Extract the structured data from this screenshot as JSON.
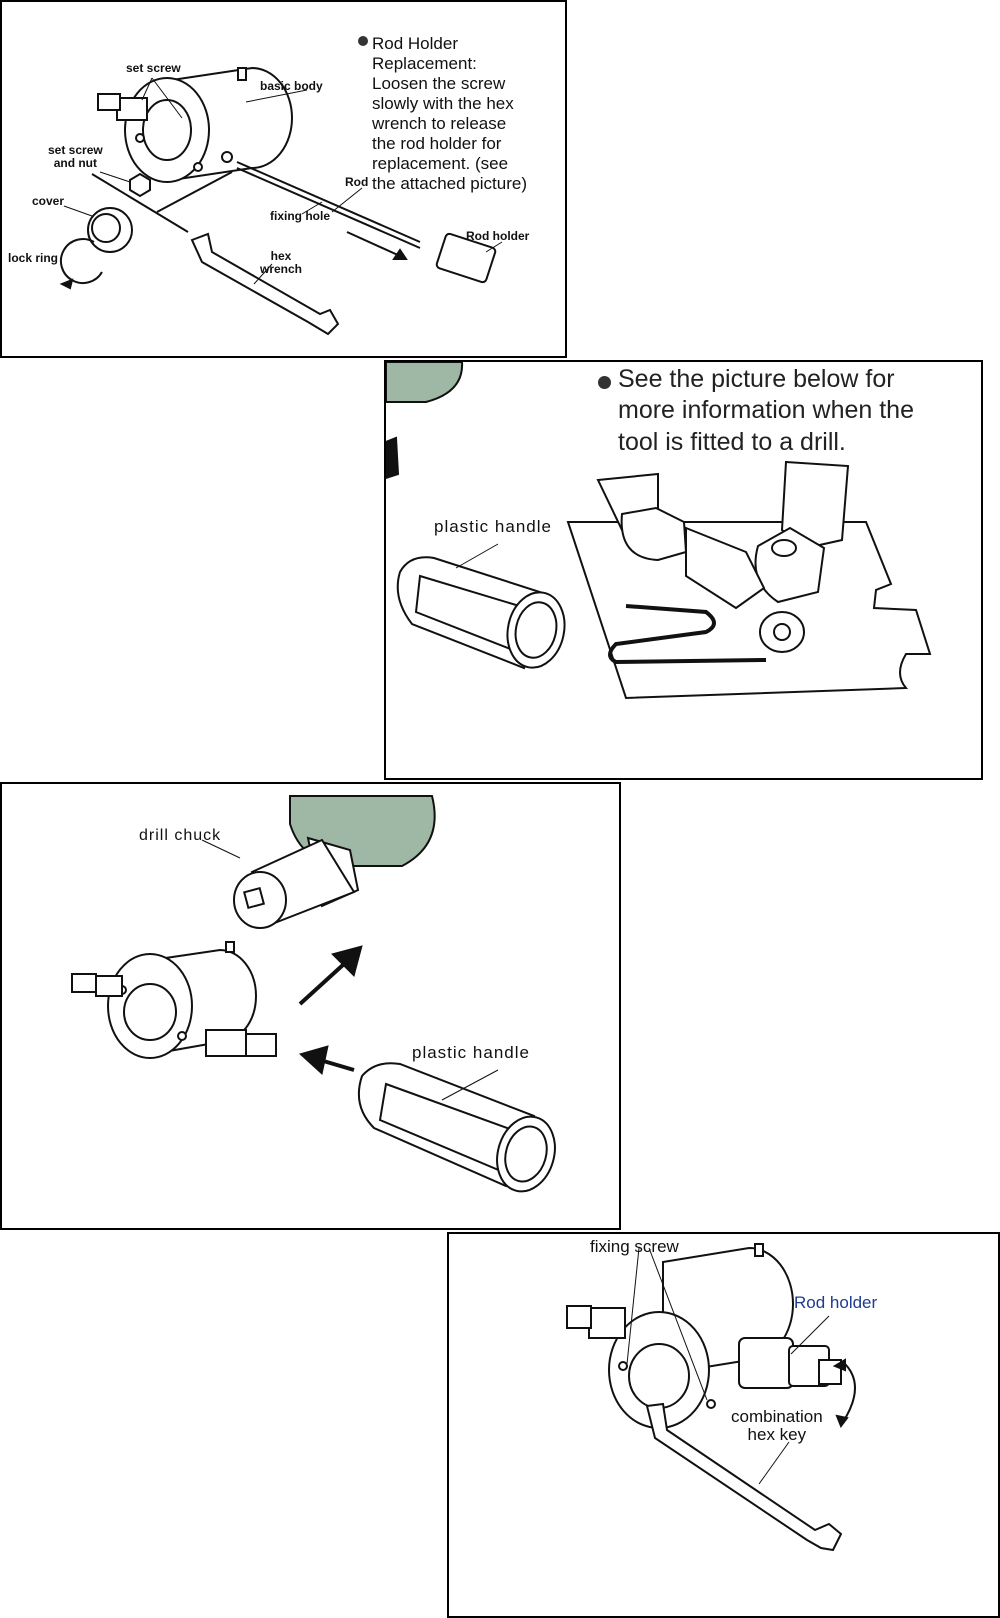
{
  "panel1": {
    "labels": {
      "set_screw": "set screw",
      "basic_body": "basic body",
      "set_screw_nut": "set screw\nand nut",
      "cover": "cover",
      "lock_ring": "lock ring",
      "rod": "Rod",
      "fixing_hole": "fixing hole",
      "hex_wrench": "hex\nwrench",
      "rod_holder": "Rod holder"
    },
    "note": {
      "lines": [
        "Rod Holder",
        "Replacement:",
        "Loosen the screw",
        "slowly with the hex",
        "wrench to release",
        "the rod  holder for",
        "replacement. (see",
        "the attached picture)"
      ]
    }
  },
  "panel2": {
    "note": {
      "lines": [
        "See the picture below for",
        "more information when the",
        "tool is fitted to a drill."
      ]
    },
    "labels": {
      "plastic_handle": "plastic  handle"
    }
  },
  "panel3": {
    "labels": {
      "drill_chuck": "drill chuck",
      "plastic_handle": "plastic  handle"
    }
  },
  "panel4": {
    "labels": {
      "fixing_screw": "fixing screw",
      "rod_holder": "Rod holder",
      "combination_hex_key": "combination\nhex key"
    },
    "colors": {
      "rod_holder_label": "#1f3a93"
    }
  },
  "colors": {
    "drill_body": "#9fb8a6",
    "line": "#111111"
  }
}
